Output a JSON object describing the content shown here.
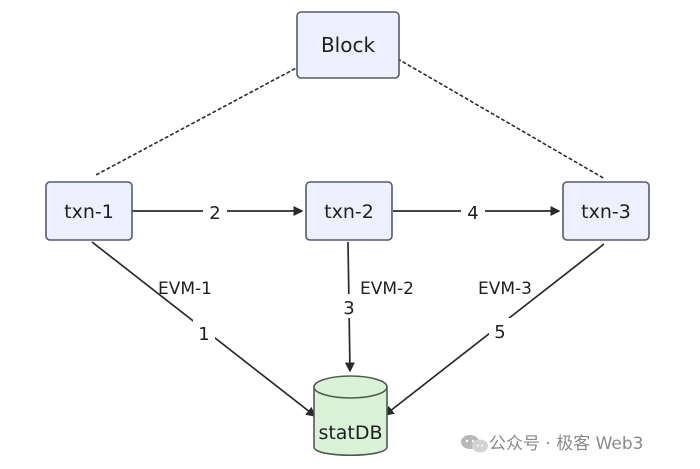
{
  "diagram": {
    "nodes": {
      "block": "Block",
      "txn1": "txn-1",
      "txn2": "txn-2",
      "txn3": "txn-3",
      "statdb": "statDB"
    },
    "edges": {
      "txn1_to_txn2": "2",
      "txn2_to_txn3": "4"
    },
    "evm_labels": {
      "evm1": "EVM-1",
      "evm2": "EVM-2",
      "evm3": "EVM-3"
    },
    "db_edges": {
      "txn1_to_db": "1",
      "txn2_to_db": "3",
      "txn3_to_db": "5"
    }
  },
  "watermark": {
    "text": "公众号 · 极客 Web3"
  },
  "colors": {
    "box_fill": "#eef0ff",
    "box_stroke": "#555a6e",
    "db_fill": "#daf2d8",
    "db_stroke": "#4b5d4c",
    "line": "#2a2a2a",
    "watermark": "#8a8a8a"
  }
}
